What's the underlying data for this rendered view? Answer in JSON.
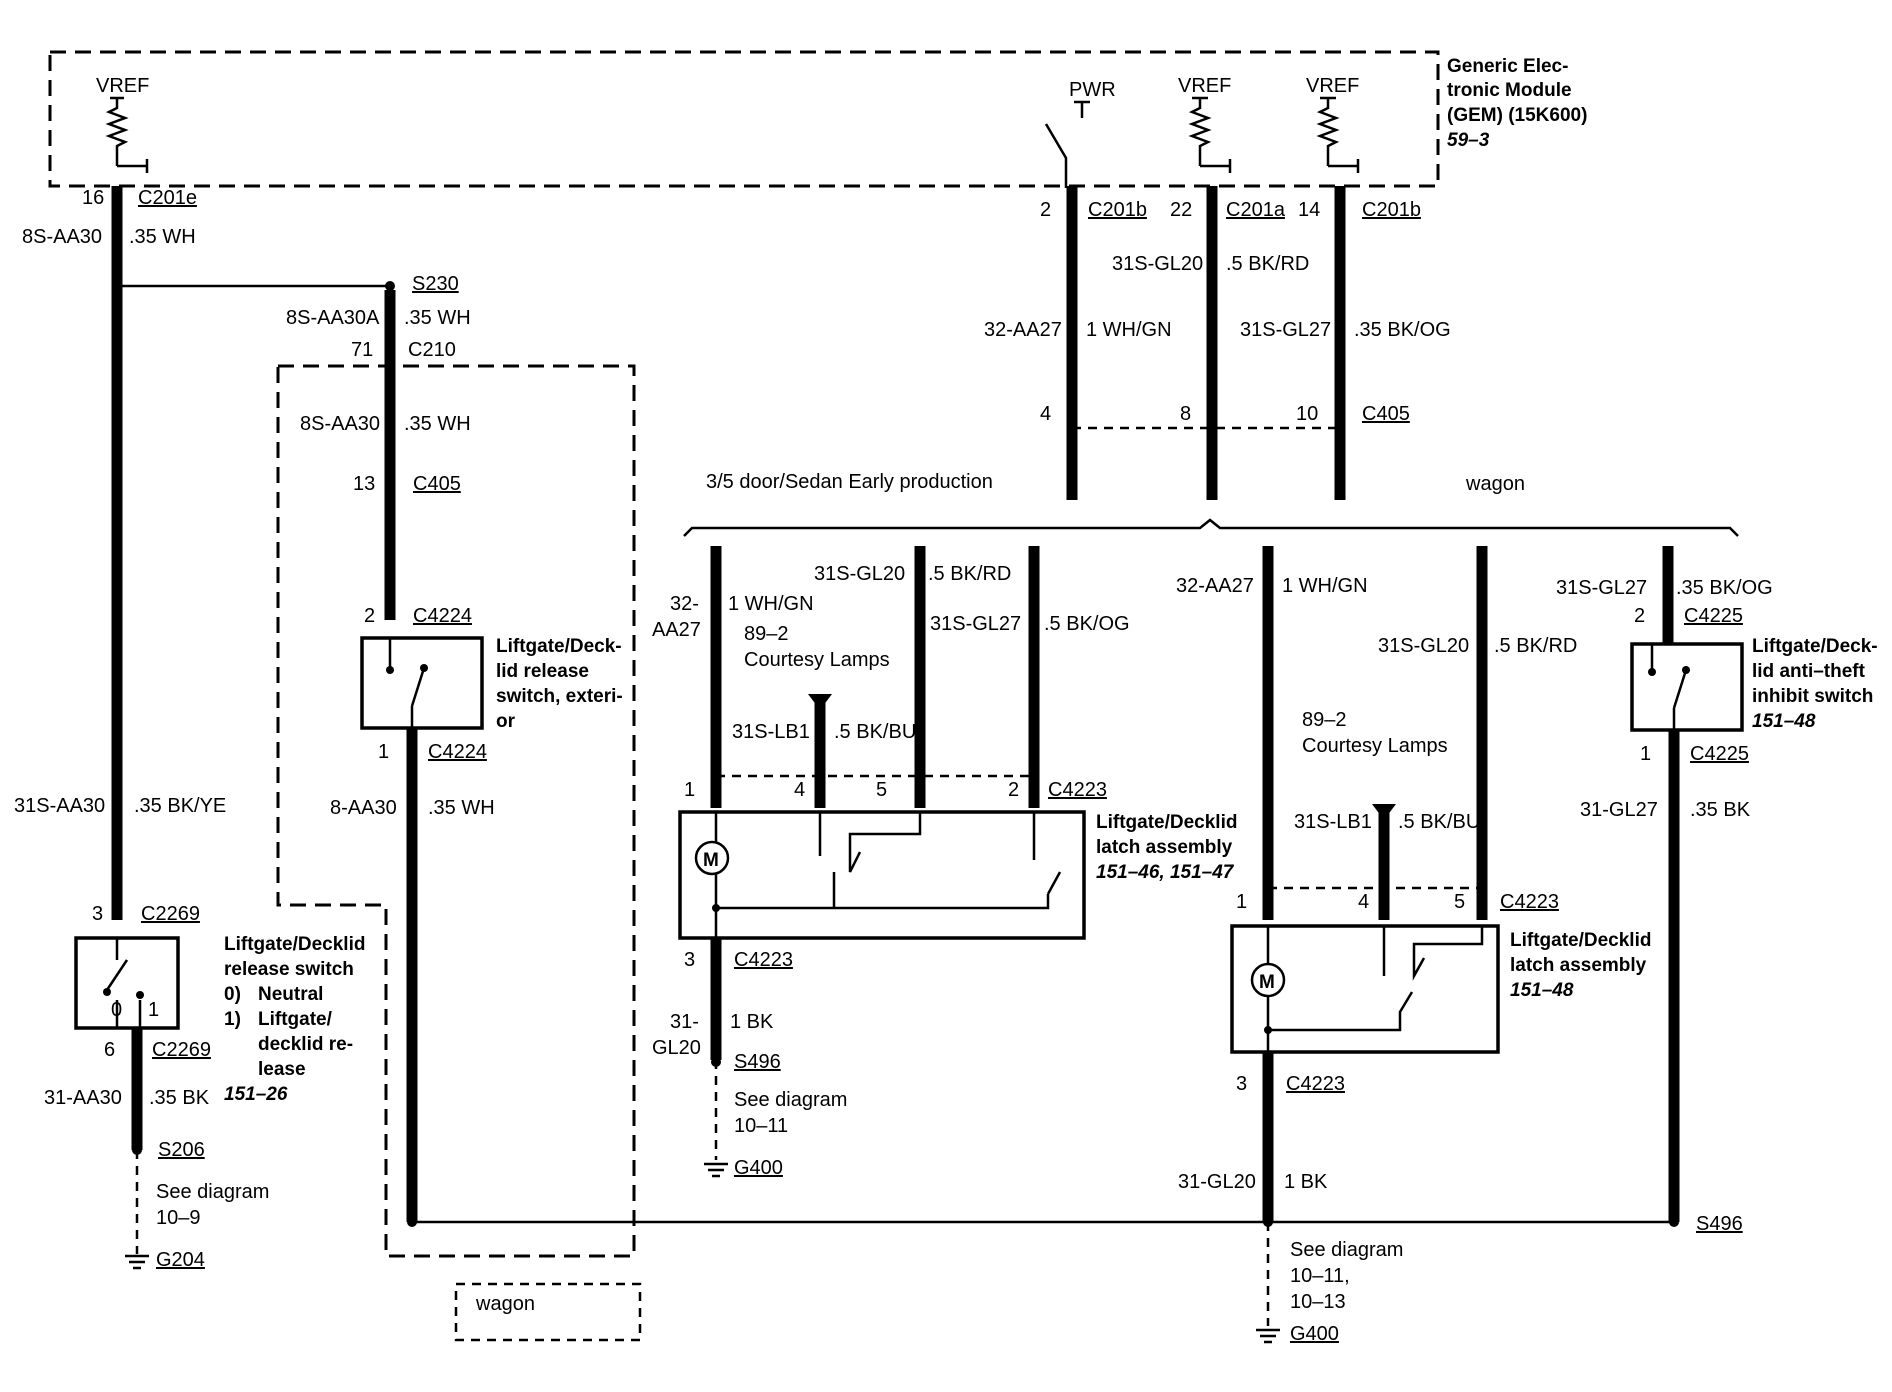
{
  "gem": {
    "title_lines": [
      "Generic Elec-",
      "tronic Module",
      "(GEM) (15K600)"
    ],
    "ref": "59–3",
    "vref": "VREF",
    "pwr": "PWR"
  },
  "left": {
    "pin16": "16",
    "c201e": "C201e",
    "w1_code": "8S-AA30",
    "w1_spec": ".35 WH",
    "w2_code": "31S-AA30",
    "w2_spec": ".35 BK/YE",
    "pin3": "3",
    "c2269a": "C2269",
    "switch_lines": [
      "Liftgate/Decklid",
      "release switch"
    ],
    "state0_num": "0)",
    "state0": "Neutral",
    "state1_num": "1)",
    "state1_lines": [
      "Liftgate/",
      "decklid re-",
      "lease"
    ],
    "ref": "151–26",
    "pos0": "0",
    "pos1": "1",
    "pin6": "6",
    "c2269b": "C2269",
    "w3_code": "31-AA30",
    "w3_spec": ".35 BK",
    "s206": "S206",
    "see_lines": [
      "See diagram",
      "10–9"
    ],
    "g204": "G204"
  },
  "center_left": {
    "s230": "S230",
    "w1_code": "8S-AA30A",
    "w1_spec": ".35 WH",
    "pin71": "71",
    "c210": "C210",
    "w2_code": "8S-AA30",
    "w2_spec": ".35 WH",
    "pin13": "13",
    "c405": "C405",
    "pin2": "2",
    "c4224a": "C4224",
    "switch_lines": [
      "Liftgate/Deck-",
      "lid release",
      "switch, exteri-",
      "or"
    ],
    "pin1": "1",
    "c4224b": "C4224",
    "w3_code": "8-AA30",
    "w3_spec": ".35 WH",
    "wagon": "wagon"
  },
  "gem_outputs": {
    "pin2": "2",
    "c201b1": "C201b",
    "pin22": "22",
    "c201a": "C201a",
    "pin14": "14",
    "c201b2": "C201b",
    "w_gl20_code": "31S-GL20",
    "w_gl20_spec": ".5 BK/RD",
    "w_aa27_code": "32-AA27",
    "w_aa27_spec": "1 WH/GN",
    "w_gl27_code": "31S-GL27",
    "w_gl27_spec": ".35 BK/OG",
    "pin4": "4",
    "pin8": "8",
    "pin10": "10",
    "c405": "C405",
    "branch_left": "3/5 door/Sedan Early production",
    "branch_right": "wagon"
  },
  "sedan": {
    "aa27_code_lines": [
      "32-",
      "AA27"
    ],
    "aa27_spec": "1 WH/GN",
    "courtesy_lines": [
      "89–2",
      "Courtesy Lamps"
    ],
    "gl20_code": "31S-GL20",
    "gl20_spec": ".5 BK/RD",
    "gl27_code": "31S-GL27",
    "gl27_spec": ".5 BK/OG",
    "lb1_code": "31S-LB1",
    "lb1_spec": ".5 BK/BU",
    "pin1": "1",
    "pin4": "4",
    "pin5": "5",
    "pin2": "2",
    "c4223": "C4223",
    "latch_lines": [
      "Liftgate/Decklid",
      "latch assembly"
    ],
    "latch_ref": "151–46, 151–47",
    "motor": "M",
    "pin3": "3",
    "c4223b": "C4223",
    "gnd_code_lines": [
      "31-",
      "GL20"
    ],
    "gnd_spec": "1 BK",
    "s496": "S496",
    "see_lines": [
      "See diagram",
      "10–11"
    ],
    "g400": "G400"
  },
  "wagon_latch": {
    "aa27_code": "32-AA27",
    "aa27_spec": "1 WH/GN",
    "gl20_code": "31S-GL20",
    "gl20_spec": ".5 BK/RD",
    "courtesy_lines": [
      "89–2",
      "Courtesy Lamps"
    ],
    "lb1_code": "31S-LB1",
    "lb1_spec": ".5 BK/BU",
    "pin1": "1",
    "pin4": "4",
    "pin5": "5",
    "c4223": "C4223",
    "latch_lines": [
      "Liftgate/Decklid",
      "latch assembly"
    ],
    "latch_ref": "151–48",
    "motor": "M",
    "pin3": "3",
    "c4223b": "C4223",
    "gnd_code": "31-GL20",
    "gnd_spec": "1 BK",
    "see_lines": [
      "See diagram",
      "10–11,",
      "10–13"
    ],
    "g400": "G400"
  },
  "right": {
    "gl27_code": "31S-GL27",
    "gl27_spec": ".35 BK/OG",
    "pin2": "2",
    "c4225a": "C4225",
    "switch_lines": [
      "Liftgate/Deck-",
      "lid anti–theft",
      "inhibit switch"
    ],
    "ref": "151–48",
    "pin1": "1",
    "c4225b": "C4225",
    "w_code": "31-GL27",
    "w_spec": ".35 BK",
    "s496": "S496"
  }
}
